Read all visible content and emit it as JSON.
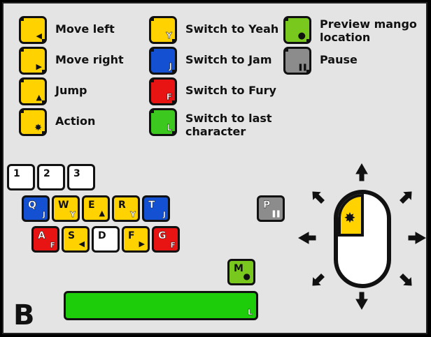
{
  "legend": {
    "col1": [
      {
        "label": "Move left",
        "glyph": "◀",
        "color": "#ffd200"
      },
      {
        "label": "Move right",
        "glyph": "▶",
        "color": "#ffd200"
      },
      {
        "label": "Jump",
        "glyph": "▲",
        "color": "#ffd200"
      },
      {
        "label": "Action",
        "glyph": "✸",
        "color": "#ffd200"
      }
    ],
    "col2": [
      {
        "label": "Switch to Yeah",
        "letter": "Y",
        "color": "#ffd200"
      },
      {
        "label": "Switch to Jam",
        "letter": "J",
        "color": "#1450d2"
      },
      {
        "label": "Switch to Fury",
        "letter": "F",
        "color": "#e81414"
      },
      {
        "label_line1": "Switch to last",
        "label_line2": "character",
        "letter": "L",
        "color": "#3cc81e"
      }
    ],
    "col3": [
      {
        "label_line1": "Preview mango",
        "label_line2": "location",
        "glyph": "●",
        "color": "#78c81e"
      },
      {
        "label": "Pause",
        "glyph": "❚❚",
        "color": "#8c8c8c"
      }
    ]
  },
  "keyboard": {
    "row1": [
      {
        "key": "1"
      },
      {
        "key": "2"
      },
      {
        "key": "3"
      }
    ],
    "row2": [
      {
        "key": "Q",
        "sub": "J"
      },
      {
        "key": "W",
        "sub": "Y"
      },
      {
        "key": "E",
        "sub": "▲"
      },
      {
        "key": "R",
        "sub": "Y"
      },
      {
        "key": "T",
        "sub": "J"
      }
    ],
    "row3": [
      {
        "key": "A",
        "sub": "F"
      },
      {
        "key": "S",
        "sub": "◀"
      },
      {
        "key": "D",
        "sub": ""
      },
      {
        "key": "F",
        "sub": "▶"
      },
      {
        "key": "G",
        "sub": "F"
      }
    ],
    "p_key": {
      "key": "P",
      "sub": "❚❚"
    },
    "m_key": {
      "key": "M",
      "sub": "●"
    },
    "spacebar_sub": "L"
  },
  "corner_mark": "B",
  "mouse": {
    "button_glyph": "✸"
  }
}
